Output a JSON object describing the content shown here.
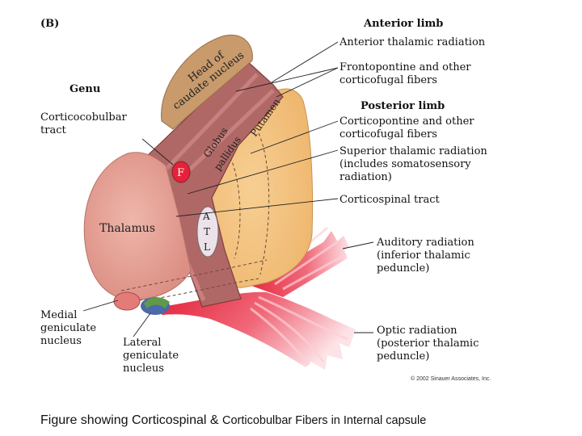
{
  "panel_letter": "(B)",
  "labels": {
    "anterior_limb": "Anterior limb",
    "anterior_thalamic": "Anterior thalamic radiation",
    "frontopontine_1": "Frontopontine and other",
    "frontopontine_2": "corticofugal fibers",
    "genu": "Genu",
    "posterior_limb": "Posterior limb",
    "corticobulbar_1": "Corticocobulbar",
    "corticobulbar_2": "tract",
    "corticopontine_1": "Corticopontine and other",
    "corticopontine_2": "corticofugal fibers",
    "superior_thalamic_1": "Superior thalamic radiation",
    "superior_thalamic_2": "(includes somatosensory",
    "superior_thalamic_3": "radiation)",
    "corticospinal": "Corticospinal tract",
    "thalamus": "Thalamus",
    "auditory_1": "Auditory radiation",
    "auditory_2": "(inferior thalamic",
    "auditory_3": "peduncle)",
    "medial_gen_1": "Medial",
    "medial_gen_2": "geniculate",
    "medial_gen_3": "nucleus",
    "lateral_gen_1": "Lateral",
    "lateral_gen_2": "geniculate",
    "lateral_gen_3": "nucleus",
    "optic_1": "Optic radiation",
    "optic_2": "(posterior thalamic",
    "optic_3": "peduncle)",
    "caudate_1": "Head of",
    "caudate_2": "caudate nucleus",
    "globus_1": "Globus",
    "globus_2": "pallidus",
    "putamen": "Putamen",
    "f_mark": "F",
    "atl_a": "A",
    "atl_t": "T",
    "atl_l": "L"
  },
  "copyright": "© 2002 Sinauer Associates, Inc.",
  "caption": {
    "part1": "Figure showing Corticospinal & ",
    "part2": "Corticobulbar Fibers in Internal capsule"
  },
  "colors": {
    "caudate": "#c89a6c",
    "capsule": "#a35a58",
    "thalamus": "#e8a69a",
    "lentiform": "#f2c27e",
    "radiation": "#e4223a",
    "lateral_geniculate_blue": "#4a6aa8",
    "lateral_geniculate_green": "#5f9a4a"
  }
}
